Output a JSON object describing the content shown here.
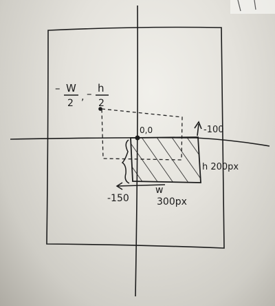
{
  "whiteboard": {
    "neg_w_num": "W",
    "neg_w_den": "2",
    "neg_h_num": "h",
    "neg_h_den": "2",
    "origin_label": "0,0",
    "top_right_label": "-100",
    "height_label": "h 200px",
    "width_label": "w",
    "width_value": "300px",
    "left_label": "-150"
  }
}
